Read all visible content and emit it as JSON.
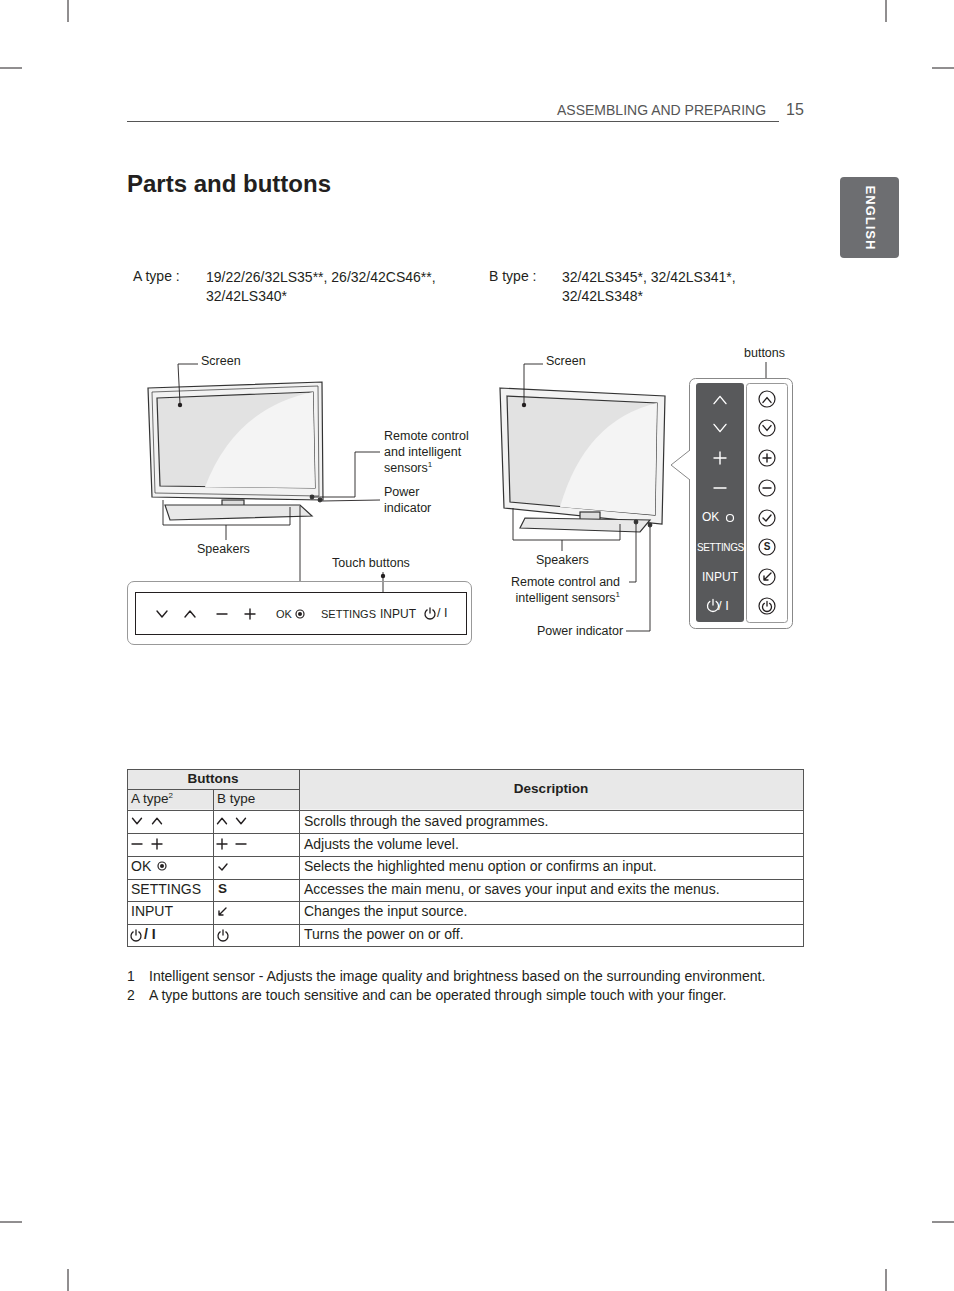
{
  "diagram": {
    "title": "Parts and buttons",
    "nodes": [
      {
        "text": [
          "ENGLISH"
        ]
      },
      {
        "text": [
          "OK",
          "SETTINGS",
          "INPUT",
          "/ I"
        ]
      },
      {
        "text": [
          "OK",
          "SETTINGS",
          "INPUT",
          "/ I"
        ]
      }
    ],
    "labels": [
      "ASSEMBLING AND PREPARING",
      "15",
      "A type :",
      "19/22/26/32LS35**, 26/32/42CS46**, 32/42LS340*",
      "B type :",
      "32/42LS345*, 32/42LS341*, 32/42LS348*",
      "Screen",
      "Remote control and intelligent sensors",
      "1",
      "Power indicator",
      "Speakers",
      "Touch buttons",
      "Screen",
      "buttons",
      "Speakers",
      "Remote control and intelligent sensors",
      "1",
      "Power indicator",
      "Buttons",
      "Description",
      "A type",
      "2",
      "B type",
      "Scrolls through the saved programmes.",
      "Adjusts the volume level.",
      "OK",
      "Selects the highlighted menu option or confirms an input.",
      "SETTINGS",
      "S",
      "Accesses the main menu, or saves your input and exits the menus.",
      "INPUT",
      "Changes the input source.",
      "/ I",
      "Turns the power on or off.",
      "1",
      "Intelligent sensor - Adjusts the image quality and brightness based on the surrounding environment.",
      "2",
      "A type buttons are touch sensitive and can be operated through simple touch with your finger.",
      "S"
    ]
  }
}
